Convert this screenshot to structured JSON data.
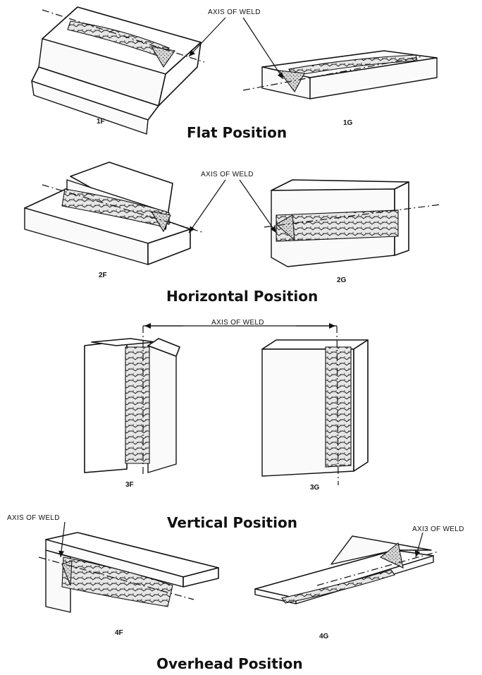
{
  "labels": {
    "axis_of_weld": "AXIS OF WELD",
    "axis_of_weld_4g": "AXI3 OF WELD"
  },
  "sections": {
    "flat": {
      "title": "Flat Position",
      "fig_fillet": "1F",
      "fig_groove": "1G"
    },
    "horizontal": {
      "title": "Horizontal Position",
      "fig_fillet": "2F",
      "fig_groove": "2G"
    },
    "vertical": {
      "title": "Vertical Position",
      "fig_fillet": "3F",
      "fig_groove": "3G"
    },
    "overhead": {
      "title": "Overhead Position",
      "fig_fillet": "4F",
      "fig_groove": "4G"
    }
  }
}
